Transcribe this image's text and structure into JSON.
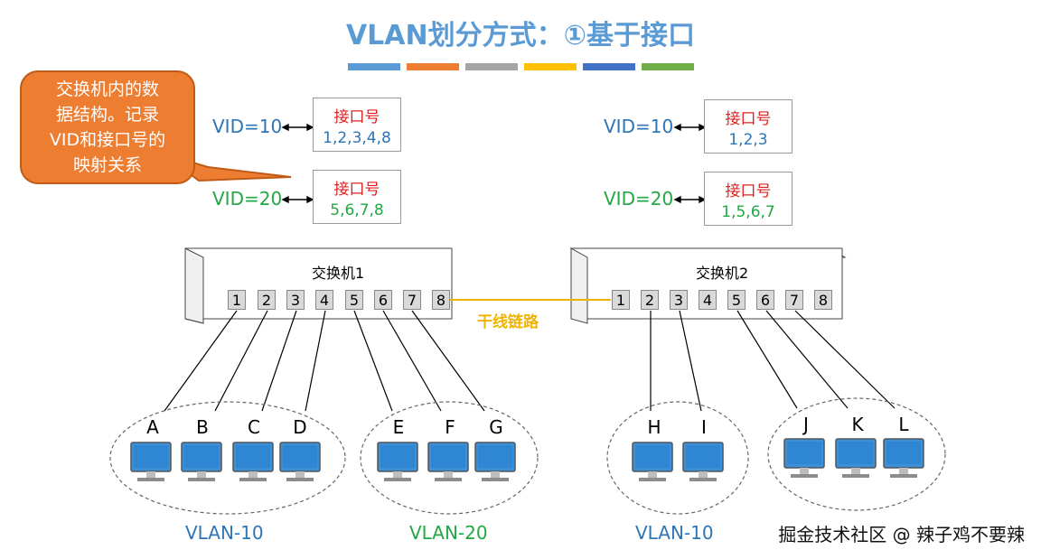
{
  "title": "VLAN划分方式：①基于接口",
  "stripe_colors": [
    "#5b9bd5",
    "#ed7d31",
    "#a5a5a5",
    "#ffc000",
    "#4472c4",
    "#70ad47"
  ],
  "callout": {
    "line1": "交换机内的数",
    "line2": "据结构。记录",
    "line3": "VID和接口号的",
    "line4": "映射关系"
  },
  "switch1": {
    "name": "交换机1",
    "vid10": {
      "label": "VID=10",
      "header": "接口号",
      "ports": "1,2,3,4,8"
    },
    "vid20": {
      "label": "VID=20",
      "header": "接口号",
      "ports": "5,6,7,8"
    }
  },
  "switch2": {
    "name": "交换机2",
    "vid10": {
      "label": "VID=10",
      "header": "接口号",
      "ports": "1,2,3"
    },
    "vid20": {
      "label": "VID=20",
      "header": "接口号",
      "ports": "1,5,6,7"
    }
  },
  "ports": [
    "1",
    "2",
    "3",
    "4",
    "5",
    "6",
    "7",
    "8"
  ],
  "trunk_label": "干线链路",
  "hosts": [
    "A",
    "B",
    "C",
    "D",
    "E",
    "F",
    "G",
    "H",
    "I",
    "J",
    "K",
    "L"
  ],
  "vlans": {
    "g1": "VLAN-10",
    "g2": "VLAN-20",
    "g3": "VLAN-10"
  },
  "colors": {
    "vlan10": "#2e75b6",
    "vlan20": "#22a845",
    "header": "#e02020",
    "trunk": "#f0b400"
  },
  "watermark": "掘金技术社区 @ 辣子鸡不要辣"
}
